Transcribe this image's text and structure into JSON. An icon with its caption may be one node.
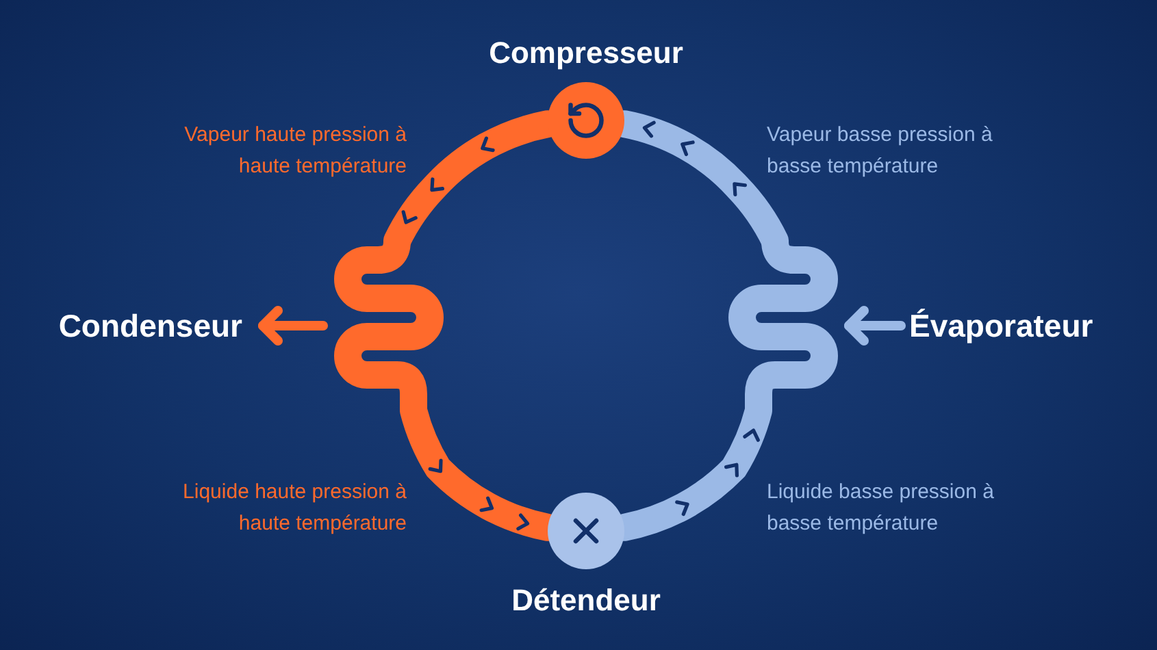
{
  "diagram": {
    "nodes": [
      {
        "text": [
          "Compresseur"
        ]
      },
      {
        "text": [],
        "shape": "coil"
      },
      {
        "text": [
          "Condenseur"
        ]
      },
      {
        "text": [],
        "shape": "coil"
      },
      {
        "text": [
          "Évaporateur"
        ]
      },
      {
        "text": [
          "Détendeur"
        ]
      }
    ],
    "edges": [
      {
        "from": 0,
        "to": 1,
        "arrow": "to",
        "color": "#ff6a2c"
      },
      {
        "from": 1,
        "to": 5,
        "arrow": "to",
        "color": "#ff6a2c"
      },
      {
        "from": 5,
        "to": 3,
        "arrow": "to",
        "color": "#9bb9e6"
      },
      {
        "from": 3,
        "to": 0,
        "arrow": "to",
        "color": "#9bb9e6"
      },
      {
        "from": 1,
        "to": 2,
        "arrow": "to",
        "color": "#ff6a2c"
      },
      {
        "from": 4,
        "to": 3,
        "arrow": "to",
        "color": "#9bb9e6"
      }
    ],
    "labels": [
      "Vapeur haute pression à haute température",
      "Vapeur basse pression à basse température",
      "Liquide haute pression à haute température",
      "Liquide basse pression à basse température"
    ]
  }
}
